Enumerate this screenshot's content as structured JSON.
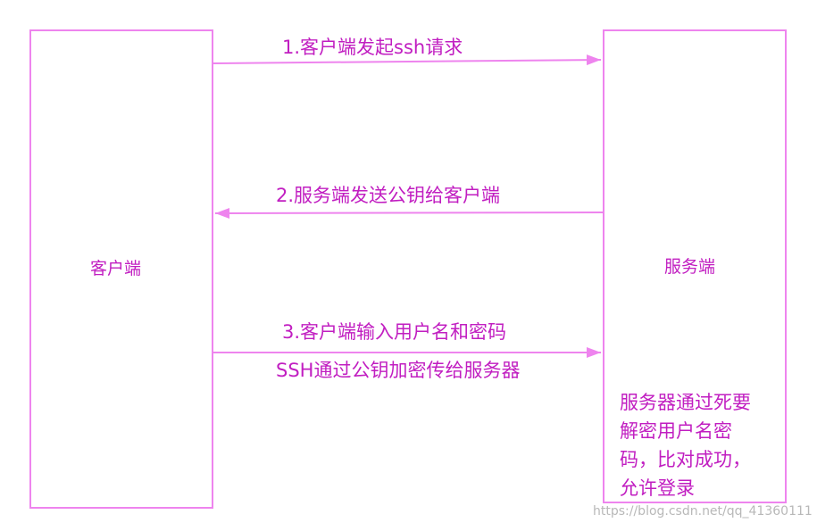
{
  "nodes": {
    "client": "客户端",
    "server": "服务端"
  },
  "messages": {
    "step1": "1.客户端发起ssh请求",
    "step2": "2.服务端发送公钥给客户端",
    "step3_line1": "3.客户端输入用户名和密码",
    "step3_line2": "SSH通过公钥加密传给服务器"
  },
  "server_note": {
    "line1": "服务器通过死要",
    "line2": "解密用户名密",
    "line3": "码，比对成功，",
    "line4": "允许登录"
  },
  "watermark": "https://blog.csdn.net/qq_41360111",
  "colors": {
    "line": "#ee84ee",
    "text": "#c11ec1"
  }
}
